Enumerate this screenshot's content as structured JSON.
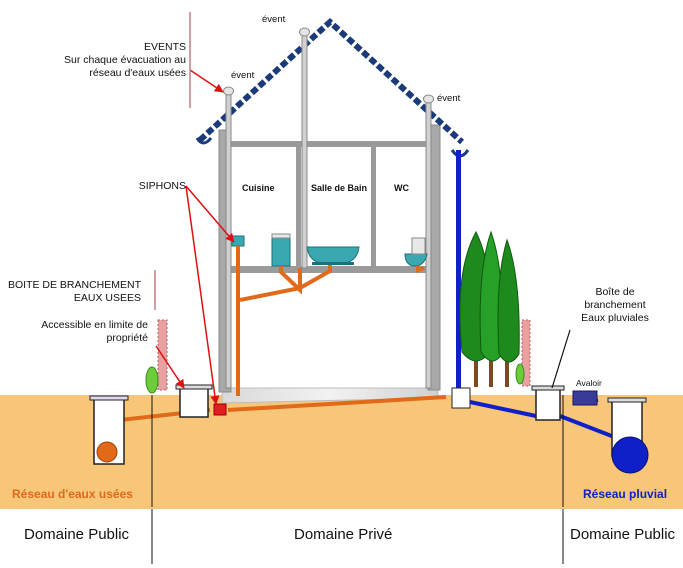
{
  "labels": {
    "events": "EVENTS",
    "events_desc_1": "Sur chaque évacuation au",
    "events_desc_2": "réseau d'eaux usées",
    "event_left": "évent",
    "event_top": "évent",
    "event_right": "évent",
    "siphons": "SIPHONS",
    "boite_branchement_1": "BOITE DE BRANCHEMENT",
    "boite_branchement_2": "EAUX USEES",
    "accessible_1": "Accessible en limite de",
    "accessible_2": "propriété",
    "cuisine": "Cuisine",
    "salle_de_bain": "Salle de Bain",
    "wc": "WC",
    "boite_pluviale_1": "Boîte de",
    "boite_pluviale_2": "branchement",
    "boite_pluviale_3": "Eaux pluviales",
    "avaloir": "Avaloir",
    "reseau_eaux_usees": "Réseau d'eaux usées",
    "reseau_pluvial": "Réseau pluvial",
    "domaine_public_left": "Domaine Public",
    "domaine_prive": "Domaine Privé",
    "domaine_public_right": "Domaine Public"
  },
  "colors": {
    "ground": "#F7C679",
    "wastewater": "#E06A1A",
    "rainwater": "#1020C8",
    "roof": "#1A3A7A",
    "wall": "#A8A8A8",
    "tree": "#1E8A1E",
    "fixture": "#3AA8B0"
  }
}
